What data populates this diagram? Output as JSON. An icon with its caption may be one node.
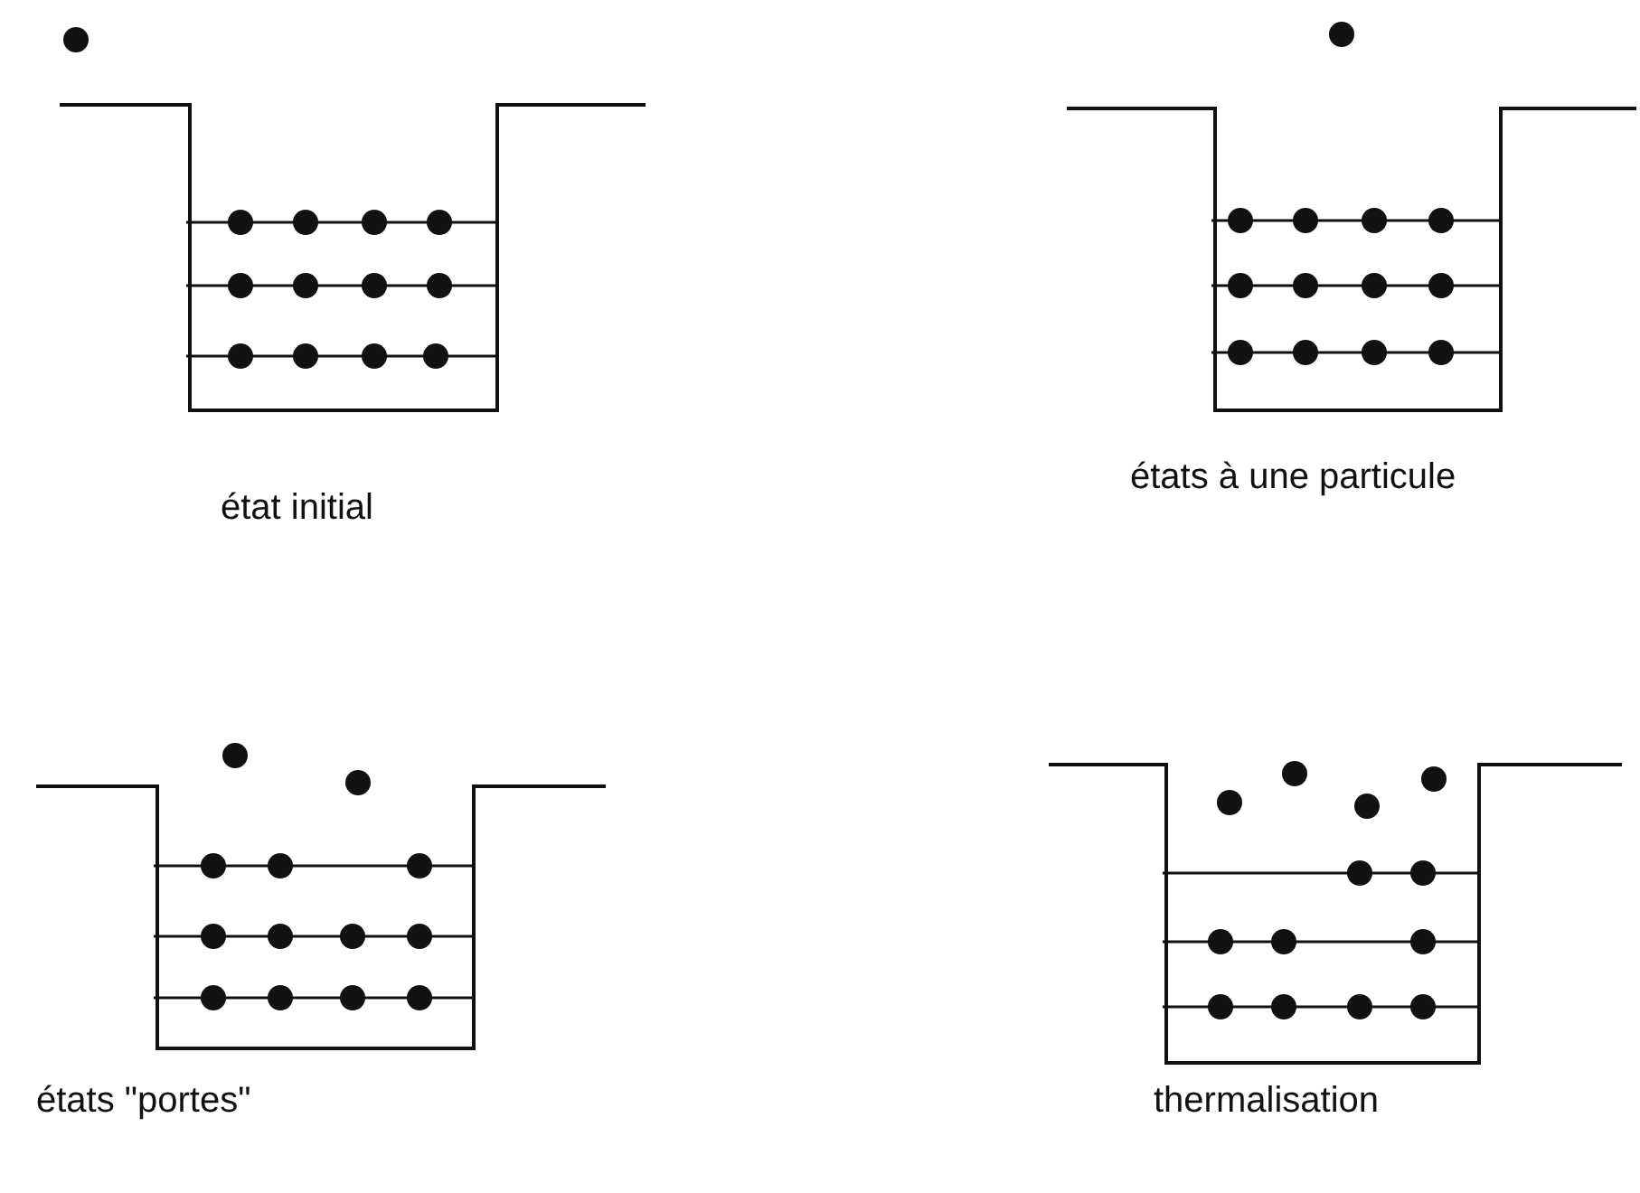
{
  "diagram": {
    "labels": [
      "état initial",
      "états à une particule",
      "états \"portes\"",
      "thermalisation"
    ]
  }
}
